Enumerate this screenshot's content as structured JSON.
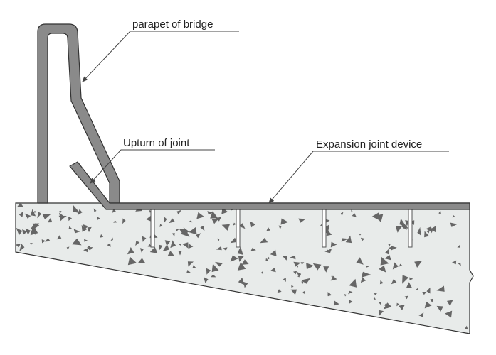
{
  "labels": {
    "parapet": "parapet of bridge",
    "upturn": "Upturn of joint",
    "expansion": "Expansion joint device"
  },
  "colors": {
    "concrete_fill": "#e8ebea",
    "aggregate": "#666666",
    "steel": "#8a8a8a",
    "outline": "#333333",
    "leader": "#444444"
  }
}
